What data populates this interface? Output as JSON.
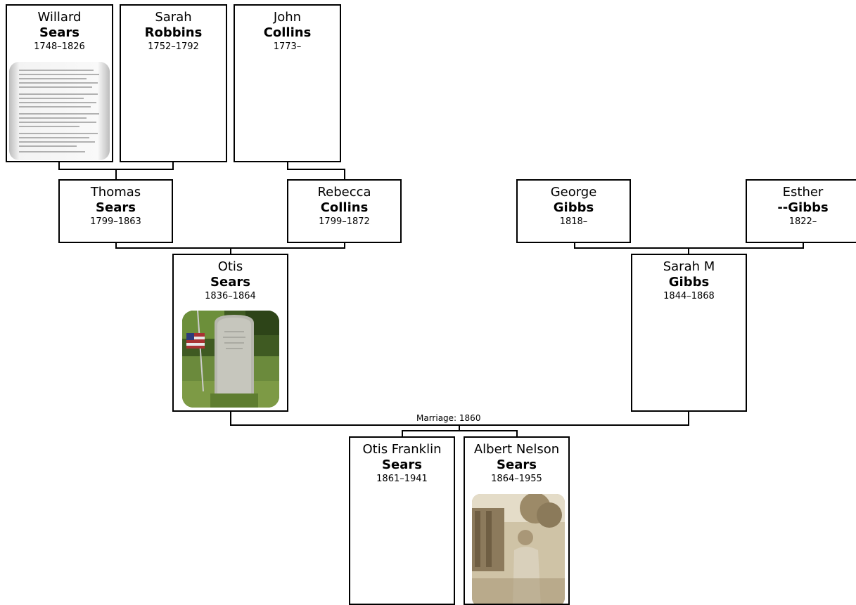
{
  "people": {
    "willard": {
      "given": "Willard",
      "surname": "Sears",
      "years": "1748–1826"
    },
    "sarah_r": {
      "given": "Sarah",
      "surname": "Robbins",
      "years": "1752–1792"
    },
    "john": {
      "given": "John",
      "surname": "Collins",
      "years": "1773–"
    },
    "thomas": {
      "given": "Thomas",
      "surname": "Sears",
      "years": "1799–1863"
    },
    "rebecca": {
      "given": "Rebecca",
      "surname": "Collins",
      "years": "1799–1872"
    },
    "george": {
      "given": "George",
      "surname": "Gibbs",
      "years": "1818–"
    },
    "esther": {
      "given": "Esther",
      "surname": "--Gibbs",
      "years": "1822–"
    },
    "otis": {
      "given": "Otis",
      "surname": "Sears",
      "years": "1836–1864"
    },
    "sarah_m": {
      "given": "Sarah M",
      "surname": "Gibbs",
      "years": "1844–1868"
    },
    "otis_franklin": {
      "given": "Otis Franklin",
      "surname": "Sears",
      "years": "1861–1941"
    },
    "albert": {
      "given": "Albert Nelson",
      "surname": "Sears",
      "years": "1864–1955"
    }
  },
  "marriage_label": "Marriage: 1860"
}
